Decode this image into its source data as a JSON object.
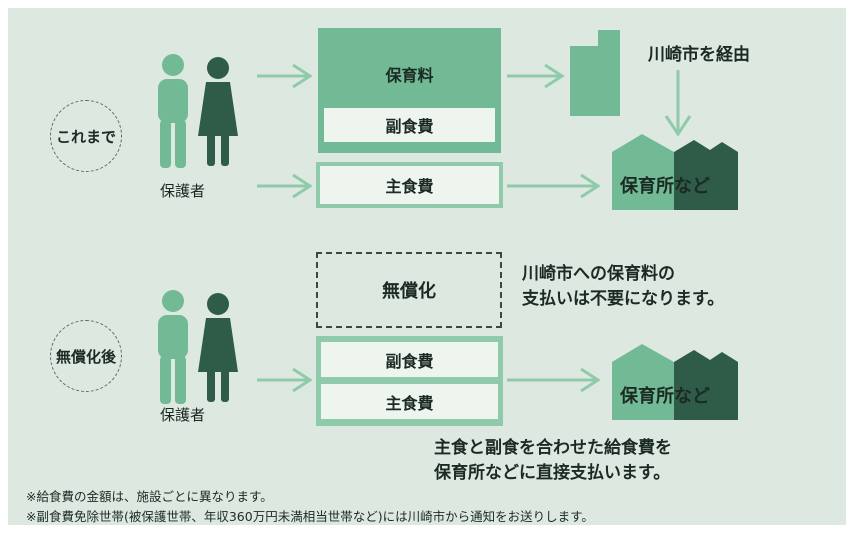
{
  "colors": {
    "background": "#dde9e0",
    "green_mid": "#72b995",
    "green_light": "#8fcbaa",
    "green_dark": "#2e5c49",
    "box_fill": "#eef4ee"
  },
  "before": {
    "label": "これまで",
    "guardian_label": "保護者",
    "fee_box": "保育料",
    "side_dish_box": "副食費",
    "staple_box": "主食費",
    "city_label": "川崎市を経由",
    "facility_label": "保育所など"
  },
  "after": {
    "label": "無償化後",
    "guardian_label": "保護者",
    "free_box": "無償化",
    "free_message": [
      "川崎市への保育料の",
      "支払いは不要になります。"
    ],
    "side_dish_box": "副食費",
    "staple_box": "主食費",
    "facility_label": "保育所など",
    "payment_message": [
      "主食と副食を合わせた給食費を",
      "保育所などに直接支払います。"
    ]
  },
  "notes": [
    "※給食費の金額は、施設ごとに異なります。",
    "※副食費免除世帯(被保護世帯、年収360万円未満相当世帯など)には川崎市から通知をお送りします。"
  ],
  "icons": {
    "parents": "parents-icon",
    "city_building": "city-building-icon",
    "facility": "facility-building-icon",
    "arrow": "arrow-right-icon"
  }
}
